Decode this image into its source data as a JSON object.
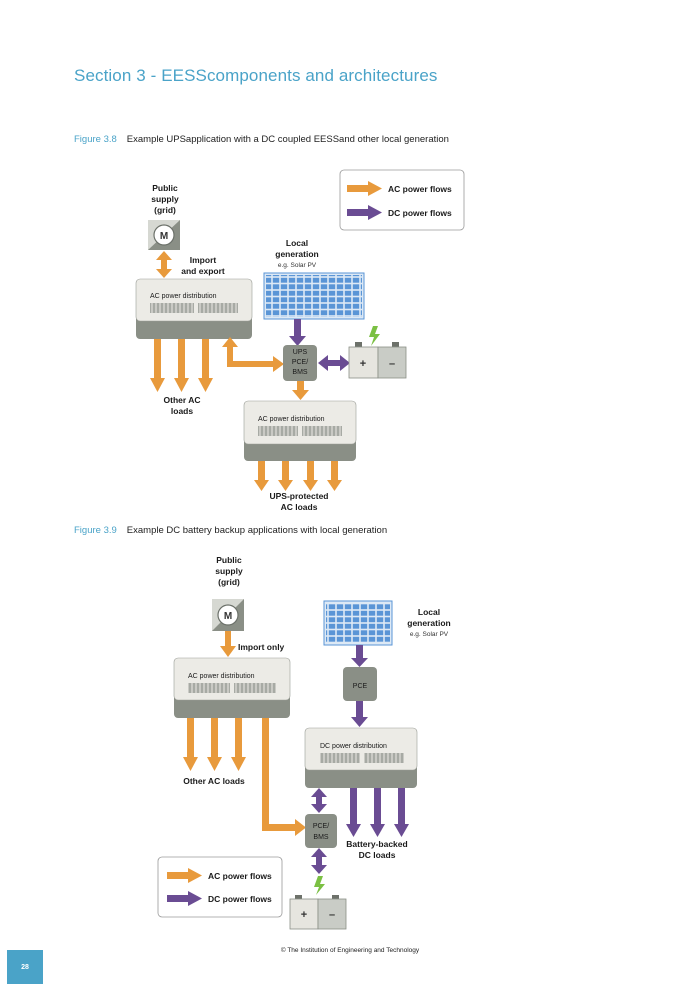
{
  "section_title": "Section 3 -  EESScomponents  and architectures",
  "figure1": {
    "number": "Figure 3.8",
    "caption": "Example UPSapplication with  a DC coupled  EESSand  other  local generation",
    "public_supply": [
      "Public",
      "supply",
      "(grid)"
    ],
    "meter": "M",
    "import_export": [
      "Import",
      "and export"
    ],
    "local_generation": [
      "Local",
      "generation"
    ],
    "local_generation_sub": "e.g. Solar PV",
    "ac_dist_top": "AC power distribution",
    "ups": [
      "UPS",
      "PCE/",
      "BMS"
    ],
    "battery_plus": "+",
    "battery_minus": "–",
    "other_loads": [
      "Other AC",
      "loads"
    ],
    "ac_dist_bottom": "AC power distribution",
    "protected_loads": [
      "UPS-protected",
      "AC loads"
    ],
    "legend_ac": "AC power flows",
    "legend_dc": "DC power flows"
  },
  "figure2": {
    "number": "Figure  3.9",
    "caption": "Example DC battery backup applications  with  local generation",
    "public_supply": [
      "Public",
      "supply",
      "(grid)"
    ],
    "meter": "M",
    "import_only": "Import only",
    "ac_dist": "AC power distribution",
    "other_loads": "Other AC loads",
    "local_generation": [
      "Local",
      "generation"
    ],
    "local_generation_sub": "e.g. Solar PV",
    "pce": "PCE",
    "dc_dist": "DC power distribution",
    "pce_bms": [
      "PCE/",
      "BMS"
    ],
    "battery_loads": [
      "Battery-backed",
      "DC loads"
    ],
    "battery_plus": "+",
    "battery_minus": "–",
    "legend_ac": "AC power flows",
    "legend_dc": "DC power flows"
  },
  "footer": "© The Institution    of  Engineering   and  Technology",
  "page_number": "28",
  "colors": {
    "accent": "#4aa3c8",
    "ac_flow": "#e89a3c",
    "dc_flow": "#6a4c93",
    "box_dark": "#8a8f86",
    "box_light": "#ecebe6",
    "battery_plus": "#e6e5df",
    "battery_minus": "#c9ccc6",
    "charge_bolt": "#7bc043"
  }
}
